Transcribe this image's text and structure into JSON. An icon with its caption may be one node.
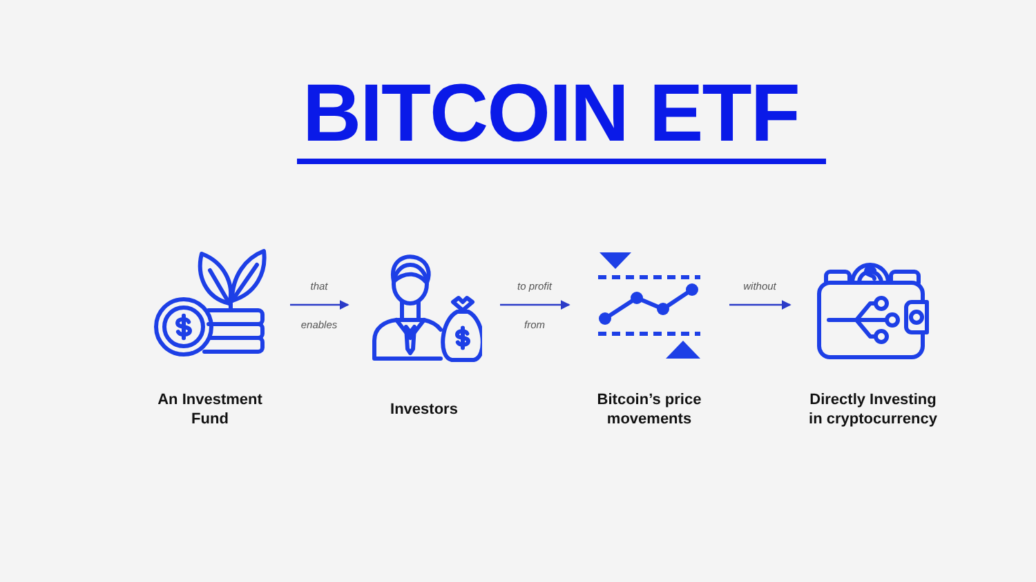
{
  "diagram": {
    "title": "BITCOIN ETF",
    "nodes": [
      {
        "text": [
          "An Investment Fund"
        ]
      },
      {
        "text": [
          "Investors"
        ]
      },
      {
        "text": [
          "Bitcoin’s price movements"
        ]
      },
      {
        "text": [
          "Directly Investing in cryptocurrency"
        ]
      }
    ],
    "edges": [
      {
        "from": 0,
        "to": 1,
        "arrow": "to",
        "label": "that"
      },
      {
        "from": 1,
        "to": 2,
        "arrow": "to",
        "label": "to profit"
      },
      {
        "from": 2,
        "to": 3,
        "arrow": "to",
        "label": "without"
      }
    ],
    "labels": [
      "enables",
      "from"
    ]
  }
}
